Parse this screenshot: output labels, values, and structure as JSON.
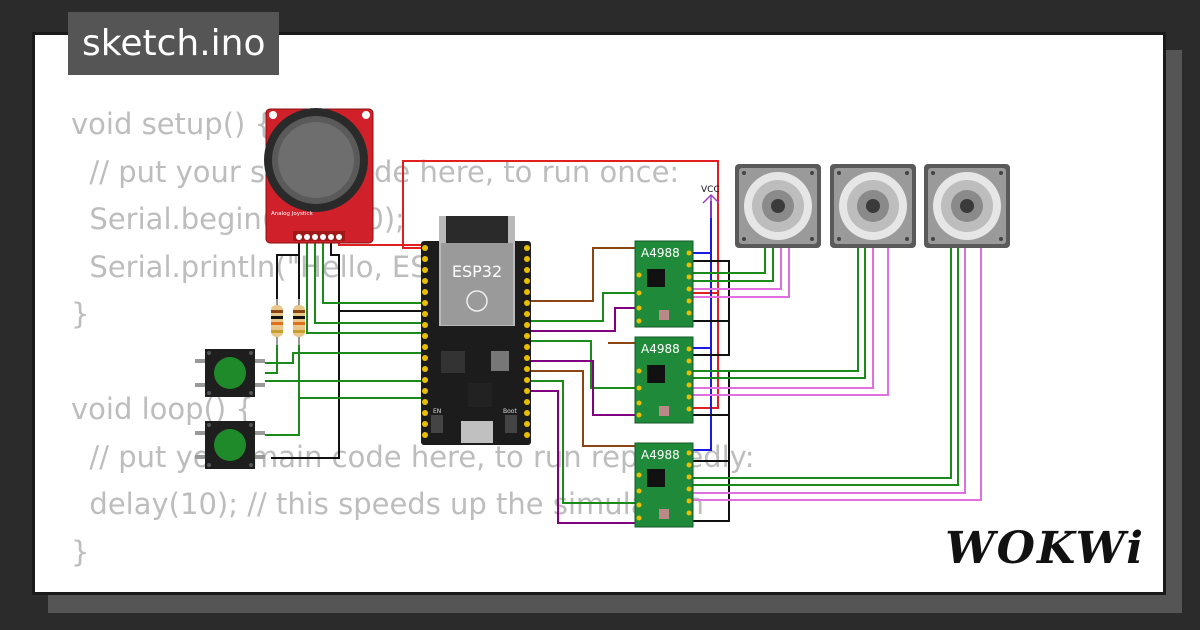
{
  "file_tab": {
    "label": "sketch.ino"
  },
  "code_lines": [
    "void setup() {",
    "  // put your setup code here, to run once:",
    "  Serial.begin(115200);",
    "  Serial.println(\"Hello, ESP32!\");",
    "}",
    "",
    "void loop() {",
    "  // put your main code here, to run repeatedly:",
    "  delay(10); // this speeds up the simulation",
    "}"
  ],
  "components": {
    "mcu_label": "ESP32",
    "driver_label": "A4988",
    "vcc_label": "VCC",
    "joystick_label": "Analog Joystick",
    "en_label": "EN",
    "boot_label": "Boot"
  },
  "brand": {
    "logo": "WOKWi"
  },
  "colors": {
    "background": "#2b2b2b",
    "card": "#ffffff",
    "tab": "#555555",
    "code_text": "#bdbdbd",
    "pcb_green": "#1f8a3a",
    "joystick_red": "#d0202a",
    "wire_red": "#e02020",
    "wire_green": "#1a8a1a",
    "wire_blue": "#1a1ae0",
    "wire_pink": "#e070e0",
    "wire_brown": "#8b4513",
    "wire_purple": "#800080"
  }
}
